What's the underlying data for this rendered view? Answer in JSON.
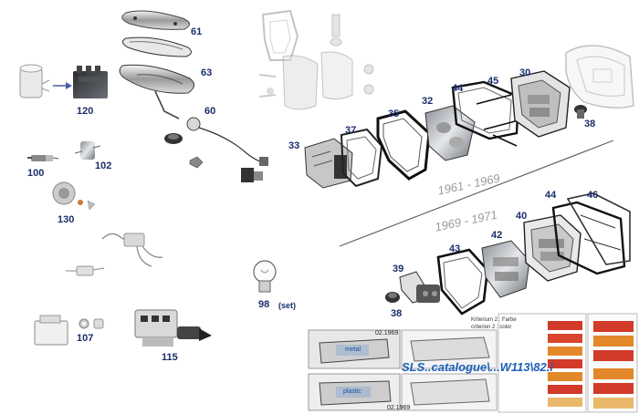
{
  "diagram": {
    "part_labels": [
      {
        "id": "p61",
        "text": "61"
      },
      {
        "id": "p63",
        "text": "63"
      },
      {
        "id": "p60",
        "text": "60"
      },
      {
        "id": "p120",
        "text": "120"
      },
      {
        "id": "p100",
        "text": "100"
      },
      {
        "id": "p102",
        "text": "102"
      },
      {
        "id": "p130",
        "text": "130"
      },
      {
        "id": "p98",
        "text": "98"
      },
      {
        "id": "p107",
        "text": "107"
      },
      {
        "id": "p115",
        "text": "115"
      },
      {
        "id": "p33",
        "text": "33"
      },
      {
        "id": "p37",
        "text": "37"
      },
      {
        "id": "p35",
        "text": "35"
      },
      {
        "id": "p32",
        "text": "32"
      },
      {
        "id": "p44a",
        "text": "44"
      },
      {
        "id": "p45",
        "text": "45"
      },
      {
        "id": "p30",
        "text": "30"
      },
      {
        "id": "p38a",
        "text": "38"
      },
      {
        "id": "p44b",
        "text": "44"
      },
      {
        "id": "p46",
        "text": "46"
      },
      {
        "id": "p40",
        "text": "40"
      },
      {
        "id": "p43",
        "text": "43"
      },
      {
        "id": "p42",
        "text": "42"
      },
      {
        "id": "p39",
        "text": "39"
      },
      {
        "id": "p38b",
        "text": "38"
      }
    ],
    "set_note": "(set)",
    "year_ranges": {
      "early": "1961 - 1969",
      "late": "1969 - 1971"
    }
  },
  "catalogue_panel": {
    "overlay_text": "SLS..catalogue\\...W113\\82.i",
    "date_top": "02.1969",
    "date_bottom": "02.1969",
    "material_top": "metal",
    "material_bottom": "plastic",
    "criterion_lines": [
      "Kriterium 2 : Farbe",
      "criterion 2 : color"
    ],
    "colors": {
      "accent": "#1c5fb8",
      "label": "#1b2d6b",
      "year": "#9a9a9a",
      "lens_red": "#d23a2a",
      "lens_amber": "#e2882a"
    }
  }
}
